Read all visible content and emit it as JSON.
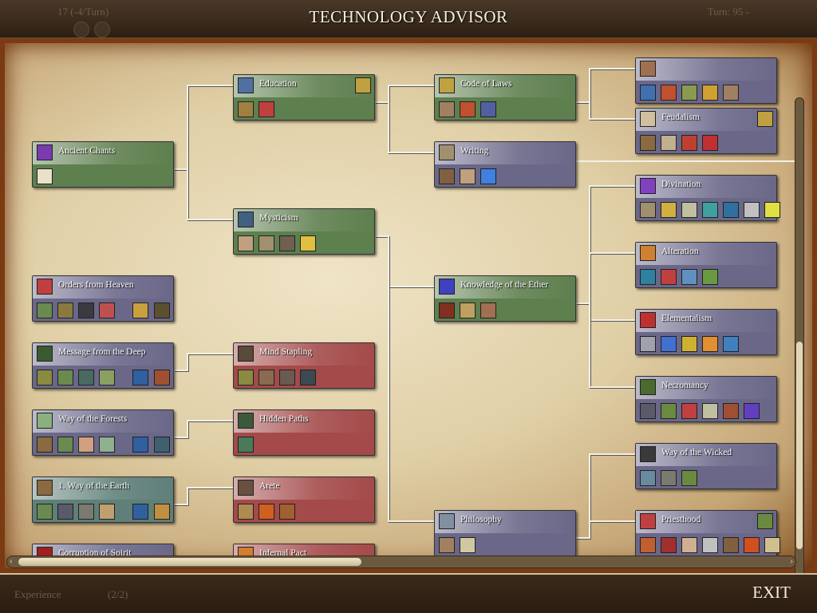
{
  "header": {
    "title": "TECHNOLOGY ADVISOR",
    "gold": "17 (-4/Turn)",
    "turn": "Turn: 95 -"
  },
  "footer": {
    "experience_label": "Experience",
    "experience_value": "(2/2)",
    "exit_label": "EXIT"
  },
  "colors": {
    "green": "#5e7f4e",
    "purple": "#6a6788",
    "red": "#a44a4a",
    "teal": "#5f7f78"
  },
  "techs": [
    {
      "name": "Ancient Chants",
      "state": "green",
      "icon": "#7a3ab0",
      "extras": [],
      "icons": [
        "#e8e0c8"
      ]
    },
    {
      "name": "Orders from Heaven",
      "state": "purple",
      "icon": "#c04040",
      "extras": [
        "#c8a040",
        "#5a5030"
      ],
      "icons": [
        "#6a8a50",
        "#8a7a40",
        "#3a3a40",
        "#c05050"
      ]
    },
    {
      "name": "Message from the Deep",
      "state": "purple",
      "icon": "#3a5a30",
      "extras": [
        "#3060a0",
        "#a05030"
      ],
      "icons": [
        "#8a8a40",
        "#6a8a50",
        "#4a6a60",
        "#8aa060"
      ]
    },
    {
      "name": "Way of the Forests",
      "state": "purple",
      "icon": "#8ab080",
      "extras": [
        "#3060a0",
        "#406070"
      ],
      "icons": [
        "#8a6a40",
        "#6a8a50",
        "#d0a080",
        "#90b090"
      ]
    },
    {
      "name": "1. Way of the Earth",
      "state": "teal",
      "icon": "#8a6a40",
      "extras": [
        "#3060a0",
        "#c09040"
      ],
      "icons": [
        "#6a8a50",
        "#5a5a6a",
        "#7a7a70",
        "#c0a070"
      ]
    },
    {
      "name": "Corruption of Spirit",
      "state": "purple",
      "icon": "#a02020",
      "extras": [
        "#8040c0",
        "#404060"
      ],
      "icons": []
    },
    {
      "name": "Education",
      "state": "green",
      "icon": "#5070a0",
      "extras": [
        "#c0a040"
      ],
      "icons": [
        "#a08040",
        "#c04040"
      ]
    },
    {
      "name": "Mysticism",
      "state": "green",
      "icon": "#406080",
      "extras": [],
      "icons": [
        "#c0a080",
        "#a09070",
        "#706050",
        "#e0c040"
      ]
    },
    {
      "name": "Mind Stapling",
      "state": "red",
      "icon": "#5a4a3a",
      "extras": [],
      "icons": [
        "#8a8a40",
        "#8a6a50",
        "#6a5a50",
        "#3a4a50"
      ]
    },
    {
      "name": "Hidden Paths",
      "state": "red",
      "icon": "#3a5a3a",
      "extras": [],
      "icons": [
        "#4a7a5a"
      ]
    },
    {
      "name": "Arete",
      "state": "red",
      "icon": "#6a5040",
      "extras": [],
      "icons": [
        "#b08a50",
        "#d06020",
        "#a06030"
      ]
    },
    {
      "name": "Infernal Pact",
      "state": "red",
      "icon": "#d08030",
      "extras": [],
      "icons": []
    },
    {
      "name": "Code of Laws",
      "state": "green",
      "icon": "#c0a040",
      "extras": [],
      "icons": [
        "#a08060",
        "#c05030",
        "#5060a0"
      ]
    },
    {
      "name": "Writing",
      "state": "purple",
      "icon": "#a09070",
      "extras": [],
      "icons": [
        "#806040",
        "#c0a080",
        "#4080e0"
      ]
    },
    {
      "name": "Knowledge of the Ether",
      "state": "green",
      "icon": "#4040c0",
      "extras": [],
      "icons": [
        "#803020",
        "#c0a060",
        "#a07050"
      ]
    },
    {
      "name": "Philosophy",
      "state": "purple",
      "icon": "#8090a0",
      "extras": [],
      "icons": [
        "#a08060",
        "#d0c8a0"
      ]
    },
    {
      "name": "",
      "state": "purple",
      "icon": "#a07050",
      "extras": [],
      "icons": [
        "#4070b0",
        "#c05030",
        "#8a9a50",
        "#d0a030",
        "#a08060"
      ]
    },
    {
      "name": "Feudalism",
      "state": "purple",
      "icon": "#d0c0a0",
      "extras": [
        "#c0a040"
      ],
      "icons": [
        "#8a6a40",
        "#c0b090",
        "#c04030",
        "#c03030"
      ]
    },
    {
      "name": "Divination",
      "state": "purple",
      "icon": "#8040c0",
      "extras": [],
      "icons": [
        "#a09070",
        "#d0b040",
        "#c0c0a0",
        "#40a0a0",
        "#3070a0",
        "#c0c0c0",
        "#e0e040"
      ]
    },
    {
      "name": "Alteration",
      "state": "purple",
      "icon": "#d08030",
      "extras": [],
      "icons": [
        "#3080a0",
        "#c04040",
        "#6090c0",
        "#6a9a40"
      ]
    },
    {
      "name": "Elementalism",
      "state": "purple",
      "icon": "#c03030",
      "extras": [],
      "icons": [
        "#a0a0b0",
        "#4070d0",
        "#d0b030",
        "#e09030",
        "#4080c0"
      ]
    },
    {
      "name": "Necromancy",
      "state": "purple",
      "icon": "#4a6a30",
      "extras": [],
      "icons": [
        "#5a5a6a",
        "#6a8a40",
        "#c04040",
        "#c0c0a0",
        "#a05030",
        "#6040c0"
      ]
    },
    {
      "name": "Way of the Wicked",
      "state": "purple",
      "icon": "#3a3a3a",
      "extras": [],
      "icons": [
        "#6a8aa0",
        "#7a7a70",
        "#6a8a40"
      ]
    },
    {
      "name": "Priesthood",
      "state": "purple",
      "icon": "#c04040",
      "extras": [
        "#6a8a40"
      ],
      "icons": [
        "#c06030",
        "#a03030",
        "#d0b090",
        "#c0c0c0",
        "#806040",
        "#d05020",
        "#d0c090"
      ]
    }
  ]
}
